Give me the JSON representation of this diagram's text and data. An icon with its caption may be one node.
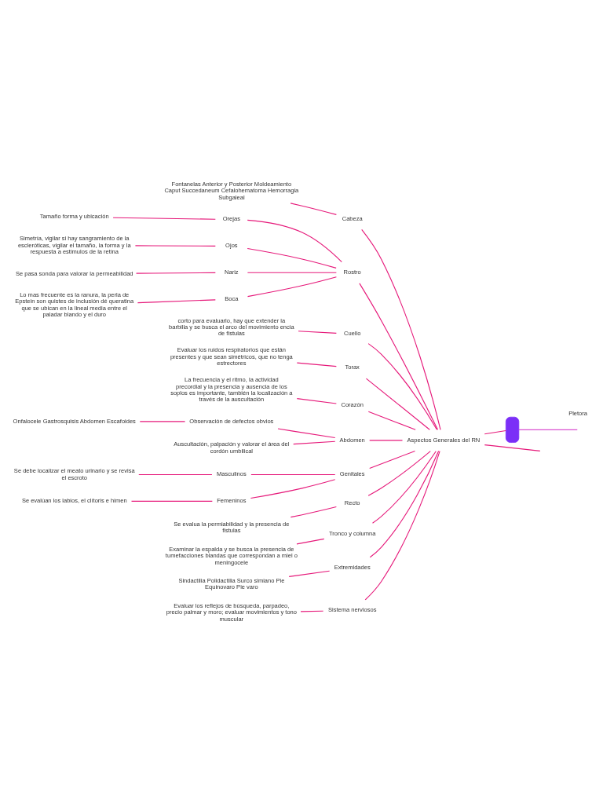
{
  "diagram": {
    "nodes": [
      {
        "text": [],
        "shape": "box"
      },
      {
        "text": [
          "Aspectos Generales del RN"
        ]
      },
      {
        "text": [
          "Cabeza"
        ]
      },
      {
        "text": [
          "Fontanelas Anterior y Posterior Moldeamiento Caput Succedaneum Cefalohematoma Hemorragia Subgaleal"
        ]
      },
      {
        "text": [
          "Rostro"
        ]
      },
      {
        "text": [
          "Orejas"
        ]
      },
      {
        "text": [
          "Tamaño forma y ubicación"
        ]
      },
      {
        "text": [
          "Ojos"
        ]
      },
      {
        "text": [
          "Simetría, vigilar si hay sangramiento de la escleróticas, vigilar el tamaño, la forma y la respuesta a estimulos de la retina"
        ]
      },
      {
        "text": [
          "Nariz"
        ]
      },
      {
        "text": [
          "Se pasa sonda para valorar la permeabilidad"
        ]
      },
      {
        "text": [
          "Boca"
        ]
      },
      {
        "text": [
          "Lo mas frecuente es la ranura, la perla de Epstein son quistes de inclusión dé queratina que se ubican en la lineal media entre el paladar blando y el duro"
        ]
      },
      {
        "text": [
          "Cuello"
        ]
      },
      {
        "text": [
          "corto para evaluarlo, hay que extender la barbilla y se busca el arco del movimiento encia de fistulas"
        ]
      },
      {
        "text": [
          "Torax"
        ]
      },
      {
        "text": [
          "Evaluar los ruidos respiratorios que están presentes y que sean simétricos, que no tenga estrectores"
        ]
      },
      {
        "text": [
          "Corazón"
        ]
      },
      {
        "text": [
          "La frecuencia y el ritmo, la actividad precordial y la presencia y ausencia de los soplos es importante, también la localización a través de la auscultación"
        ]
      },
      {
        "text": [
          "Abdomen"
        ]
      },
      {
        "text": [
          "Observación de defectos obvios"
        ]
      },
      {
        "text": [
          "Onfalocele Gastrosquisis Abdomen Escafoides"
        ]
      },
      {
        "text": [
          "Auscultación, palpación y valorar el área del cordón umbilical"
        ]
      },
      {
        "text": [
          "Genitales"
        ]
      },
      {
        "text": [
          "Masculinos"
        ]
      },
      {
        "text": [
          "Se debe localizar el meato urinario y se revisa el escroto"
        ]
      },
      {
        "text": [
          "Femeninos"
        ]
      },
      {
        "text": [
          "Se evalúan los labios, el clítoris e himen"
        ]
      },
      {
        "text": [
          "Recto"
        ]
      },
      {
        "text": [
          "Se evalua la permiabilidad y la presencia de fistulas"
        ]
      },
      {
        "text": [
          "Tronco y columna"
        ]
      },
      {
        "text": [
          "Examinar la espalda y se busca la presencia de tumefacciones blandas que correspondan a miel o meningocele"
        ]
      },
      {
        "text": [
          "Extremidades"
        ]
      },
      {
        "text": [
          "Sindactilia Polidactilia Surco simiano Pie Equinovaro Pie varo"
        ]
      },
      {
        "text": [
          "Sistema nerviosos"
        ]
      },
      {
        "text": [
          "Evaluar los reflejos de búsqueda, parpadeo, precio palmar y moro; evaluar movimientos y tono muscular"
        ]
      }
    ],
    "edges": [
      {
        "from": 0,
        "to": null,
        "arrow": "none",
        "color": "#d94fd0"
      },
      {
        "from": 0,
        "to": 1,
        "arrow": "none"
      },
      {
        "from": 1,
        "to": null,
        "arrow": "none"
      },
      {
        "from": 1,
        "to": 2,
        "arrow": "none"
      },
      {
        "from": 2,
        "to": 3,
        "arrow": "none"
      },
      {
        "from": 1,
        "to": 4,
        "arrow": "none"
      },
      {
        "from": 4,
        "to": 5,
        "arrow": "none"
      },
      {
        "from": 5,
        "to": 6,
        "arrow": "none"
      },
      {
        "from": 4,
        "to": 7,
        "arrow": "none"
      },
      {
        "from": 7,
        "to": 8,
        "arrow": "none"
      },
      {
        "from": 4,
        "to": 9,
        "arrow": "none"
      },
      {
        "from": 9,
        "to": 10,
        "arrow": "none"
      },
      {
        "from": 4,
        "to": 11,
        "arrow": "none"
      },
      {
        "from": 11,
        "to": 12,
        "arrow": "none"
      },
      {
        "from": 1,
        "to": 13,
        "arrow": "none"
      },
      {
        "from": 13,
        "to": 14,
        "arrow": "none"
      },
      {
        "from": 1,
        "to": 15,
        "arrow": "none"
      },
      {
        "from": 15,
        "to": 16,
        "arrow": "none"
      },
      {
        "from": 1,
        "to": 17,
        "arrow": "none"
      },
      {
        "from": 17,
        "to": 18,
        "arrow": "none"
      },
      {
        "from": 1,
        "to": 19,
        "arrow": "none"
      },
      {
        "from": 19,
        "to": 20,
        "arrow": "none"
      },
      {
        "from": 20,
        "to": 21,
        "arrow": "none"
      },
      {
        "from": 19,
        "to": 22,
        "arrow": "none"
      },
      {
        "from": 1,
        "to": 23,
        "arrow": "none"
      },
      {
        "from": 23,
        "to": 24,
        "arrow": "none"
      },
      {
        "from": 24,
        "to": 25,
        "arrow": "none"
      },
      {
        "from": 23,
        "to": 26,
        "arrow": "none"
      },
      {
        "from": 26,
        "to": 27,
        "arrow": "none"
      },
      {
        "from": 1,
        "to": 28,
        "arrow": "none"
      },
      {
        "from": 28,
        "to": 29,
        "arrow": "none"
      },
      {
        "from": 1,
        "to": 30,
        "arrow": "none"
      },
      {
        "from": 30,
        "to": 31,
        "arrow": "none"
      },
      {
        "from": 1,
        "to": 32,
        "arrow": "none"
      },
      {
        "from": 32,
        "to": 33,
        "arrow": "none"
      },
      {
        "from": 1,
        "to": 34,
        "arrow": "none"
      },
      {
        "from": 34,
        "to": 35,
        "arrow": "none"
      }
    ],
    "labels": [
      "Pletora"
    ]
  }
}
